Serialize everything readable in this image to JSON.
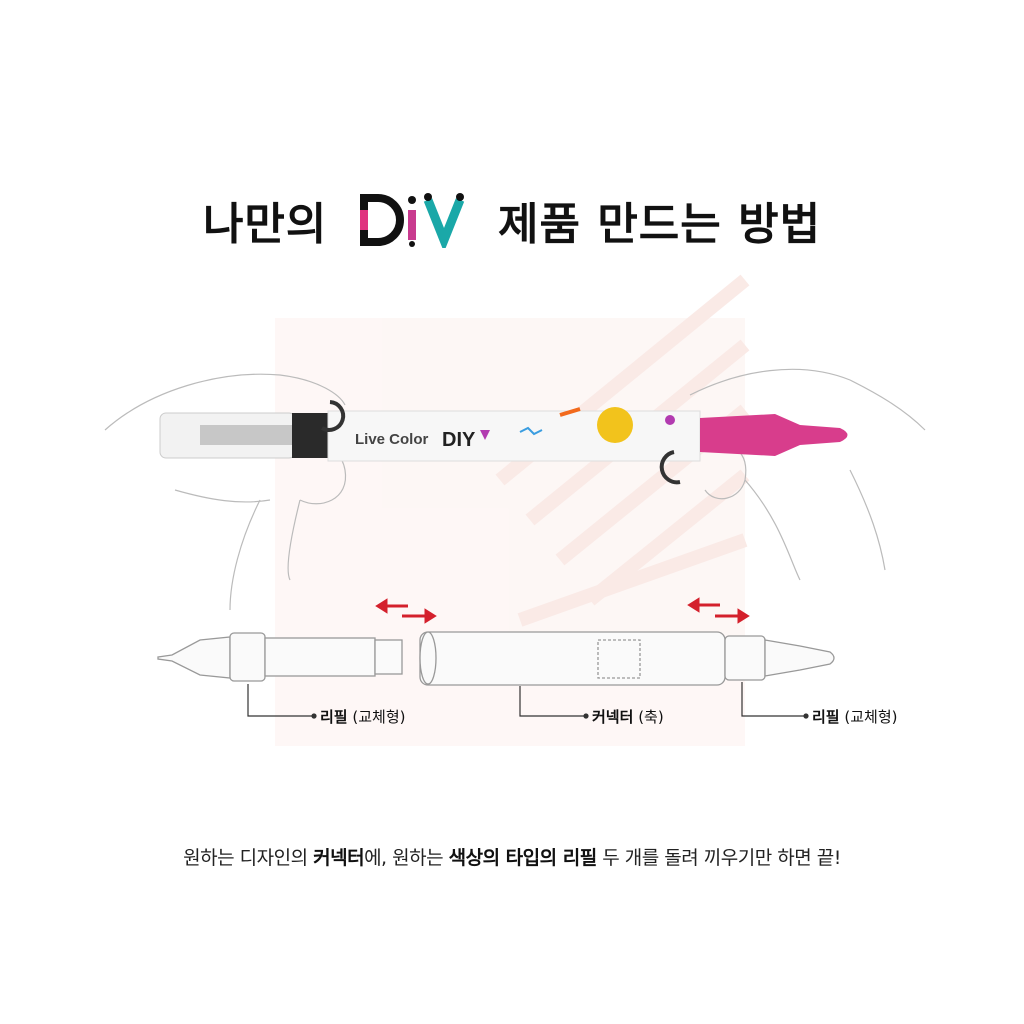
{
  "title": {
    "before": "나만의",
    "logo": "DIY",
    "after": "제품 만드는 방법"
  },
  "pen_label": {
    "brand": "Live Color",
    "logo": "DIY"
  },
  "labels": [
    {
      "bold": "리필",
      "normal": "(교체형)"
    },
    {
      "bold": "커넥터",
      "normal": "(축)"
    },
    {
      "bold": "리필",
      "normal": "(교체형)"
    }
  ],
  "bottom_text": [
    {
      "text": "원하는 디자인의 ",
      "bold": false
    },
    {
      "text": "커넥터",
      "bold": true
    },
    {
      "text": "에, 원하는 ",
      "bold": false
    },
    {
      "text": "색상의 타입의 리필",
      "bold": true
    },
    {
      "text": " 두 개를 돌려 끼우기만 하면 끝!",
      "bold": false
    }
  ],
  "colors": {
    "pink": "#e0337f",
    "magenta": "#c93b8f",
    "teal": "#1aa8a8",
    "red_arrow": "#d4202c",
    "watermark": "#fbe9e7"
  }
}
